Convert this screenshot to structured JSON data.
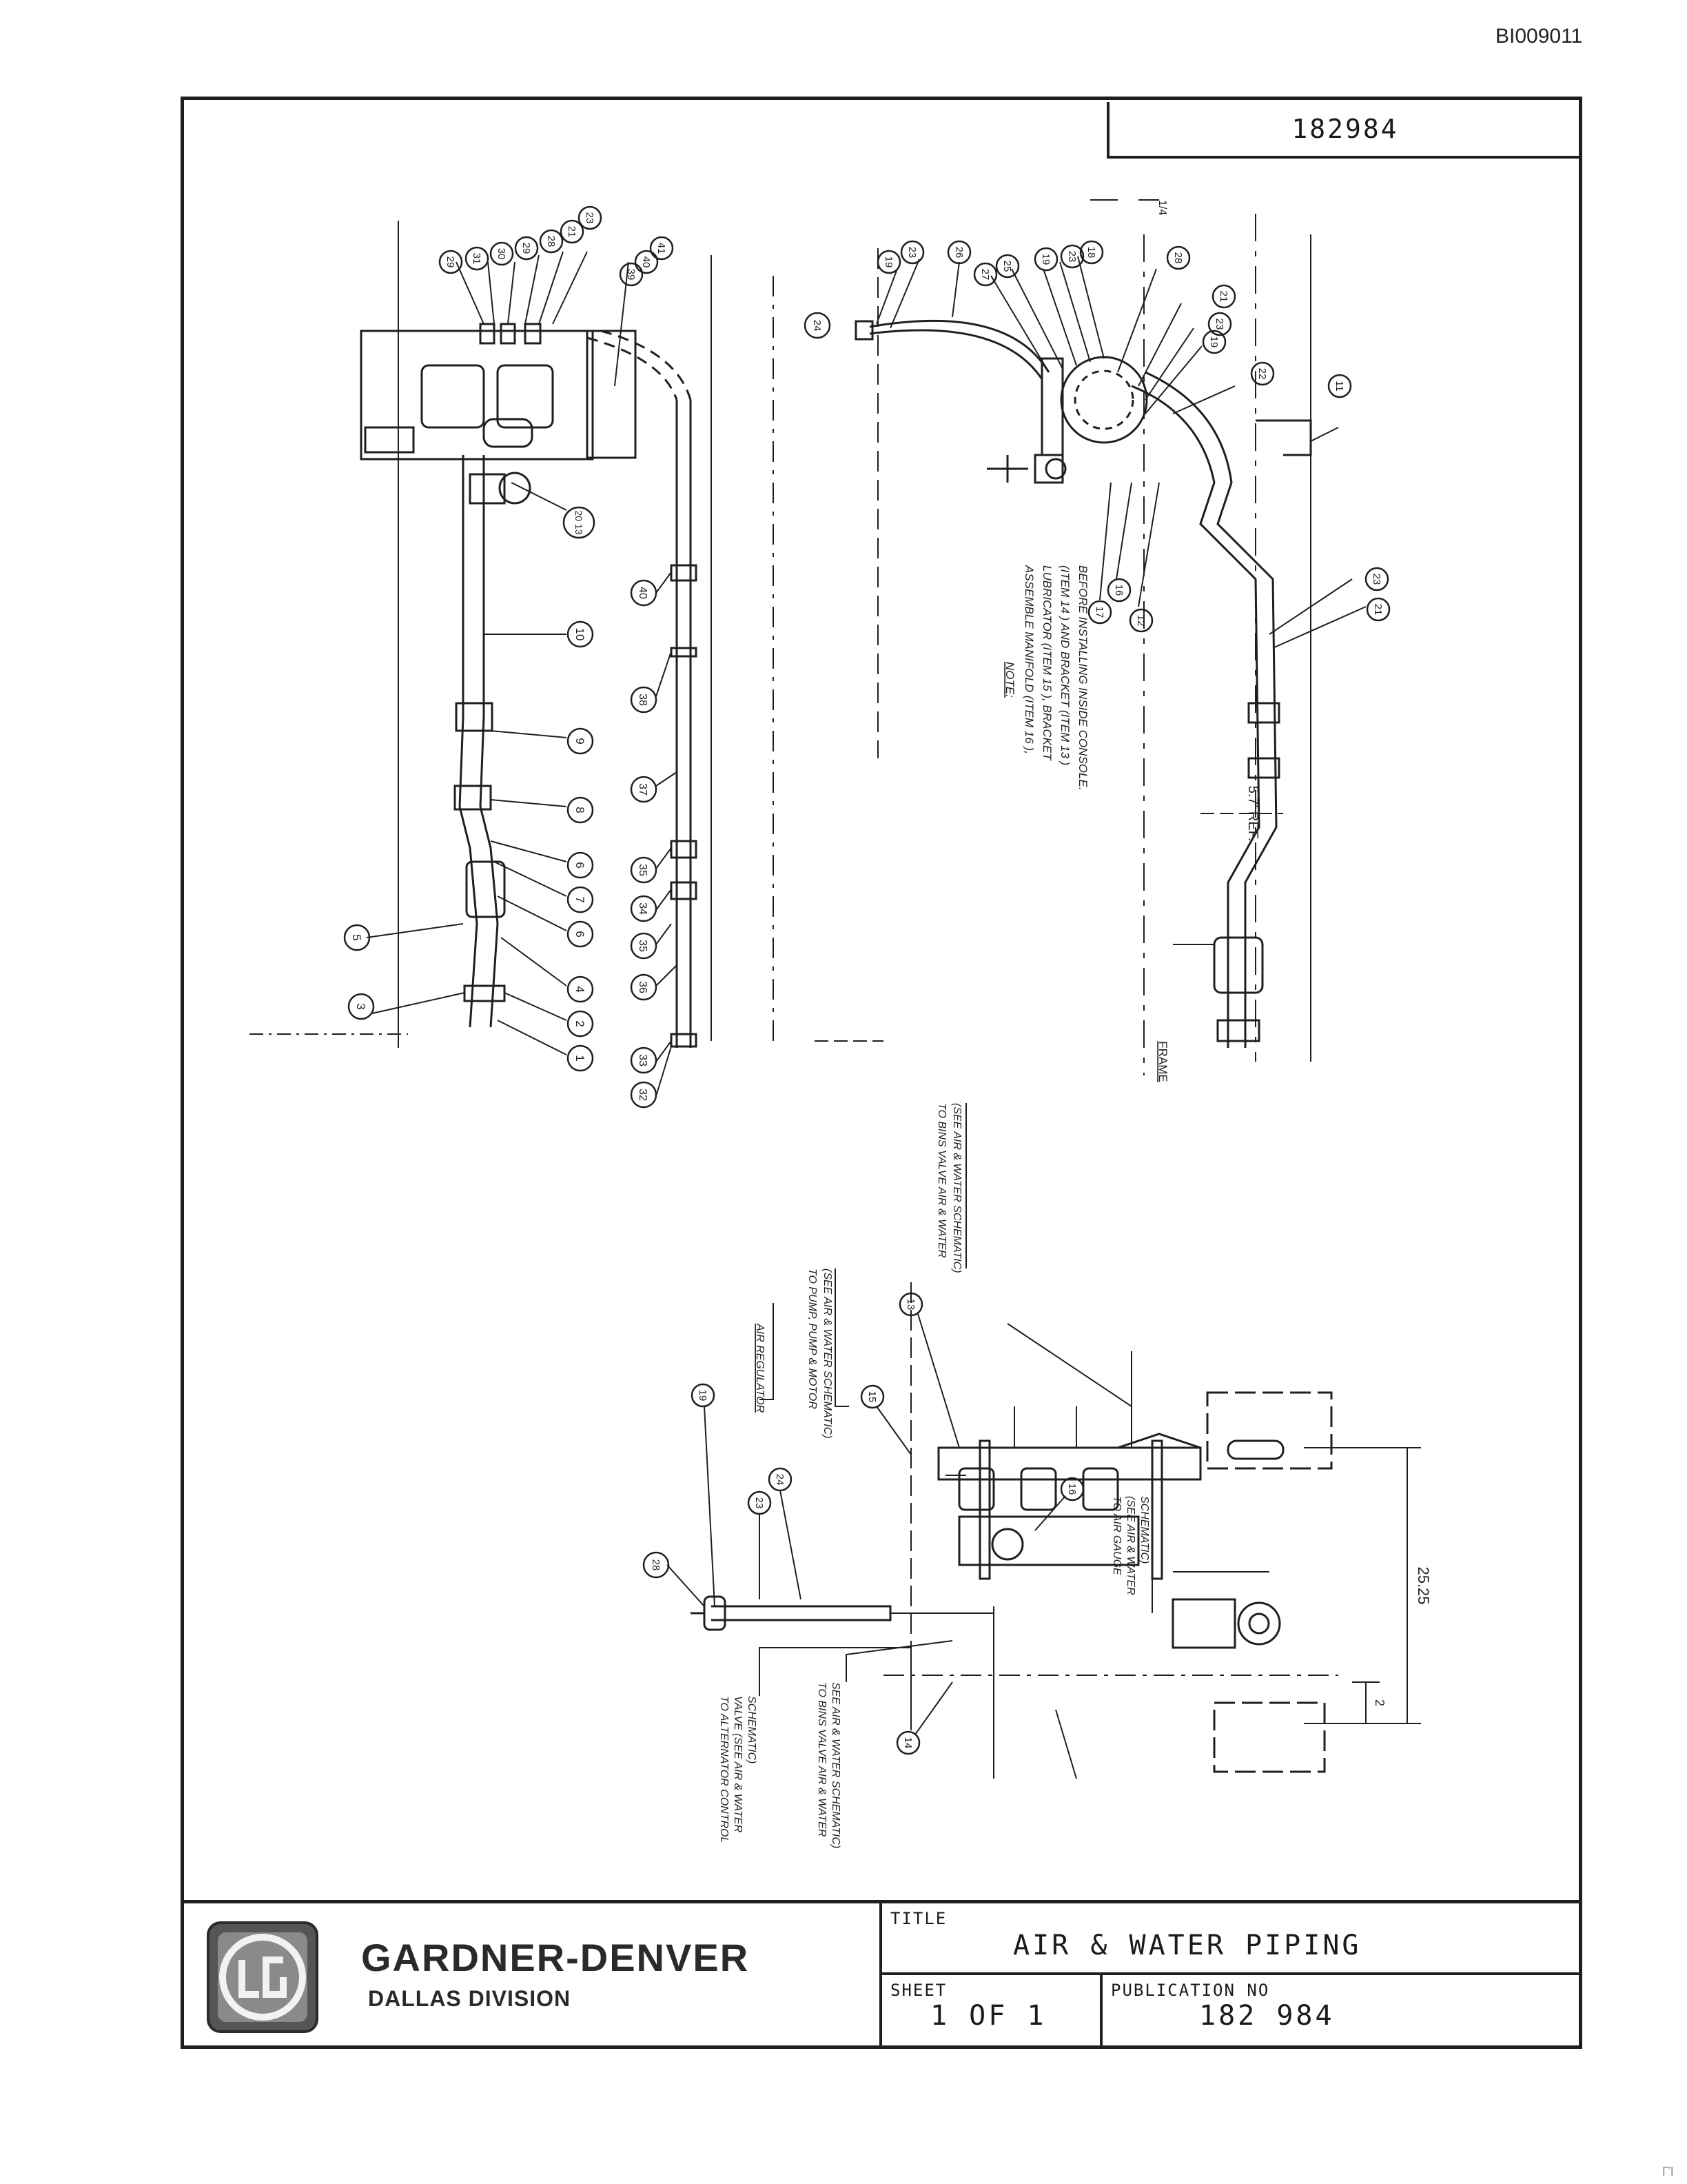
{
  "document": {
    "doc_id": "BI009011",
    "drawing_number": "182984",
    "corner_mark": "ΓΊ"
  },
  "title_block": {
    "company_name": "GARDNER-DENVER",
    "division": "DALLAS DIVISION",
    "title_label": "TITLE",
    "title": "AIR & WATER PIPING",
    "sheet_label": "SHEET",
    "sheet": "1 OF 1",
    "publication_label": "PUBLICATION  NO",
    "publication_no": "182 984"
  },
  "views": {
    "left": {
      "callouts_upper": [
        "29",
        "31",
        "30",
        "29",
        "28",
        "21",
        "23"
      ],
      "callouts_upper_right": [
        "39",
        "40",
        "41"
      ],
      "callout_valve": "20 13",
      "callouts_pipe": [
        "10",
        "9",
        "8",
        "6",
        "7",
        "6",
        "4",
        "2",
        "1"
      ],
      "callouts_left": [
        "5",
        "3"
      ],
      "callouts_hose": [
        "40",
        "38",
        "37",
        "35",
        "34",
        "35",
        "36",
        "33",
        "32"
      ]
    },
    "right": {
      "callouts_top": [
        "24",
        "19",
        "23",
        "26",
        "27",
        "25",
        "19",
        "23",
        "18",
        "28",
        "21",
        "23",
        "19",
        "22",
        "11"
      ],
      "callouts_lower": [
        "17",
        "16",
        "12"
      ],
      "callouts_side": [
        "23",
        "21"
      ],
      "dim_top": "1/4",
      "dim_ref": "5.7' REF.",
      "frame_label": "FRAME",
      "note_heading": "NOTE:",
      "note_lines": [
        "ASSEMBLE MANIFOLD (ITEM 16 ),",
        "LUBRICATOR (ITEM 15 ), BRACKET",
        "(ITEM 14 ) AND BRACKET (ITEM 13 )",
        "BEFORE INSTALLING INSIDE CONSOLE."
      ]
    },
    "bottom": {
      "callouts": [
        "19",
        "23",
        "24",
        "28",
        "15",
        "13",
        "16",
        "14"
      ],
      "label_air_regulator": "AIR REGULATOR",
      "label_pump_lines": [
        "TO PUMP, PUMP & MOTOR",
        "(SEE AIR & WATER SCHEMATIC)"
      ],
      "label_bins_top_lines": [
        "TO BINS VALVE AIR & WATER",
        "(SEE AIR & WATER SCHEMATIC)"
      ],
      "label_air_gauge_lines": [
        "TO AIR GAUGE",
        "(SEE AIR & WATER",
        "SCHEMATIC)"
      ],
      "label_alternator_lines": [
        "TO ALTERNATOR CONTROL",
        "VALVE (SEE AIR & WATER",
        "SCHEMATIC)"
      ],
      "label_bins_bottom_lines": [
        "TO BINS VALVE AIR & WATER",
        "SEE AIR & WATER SCHEMATIC)"
      ],
      "dim_main": "25.25",
      "dim_small": "2"
    }
  }
}
